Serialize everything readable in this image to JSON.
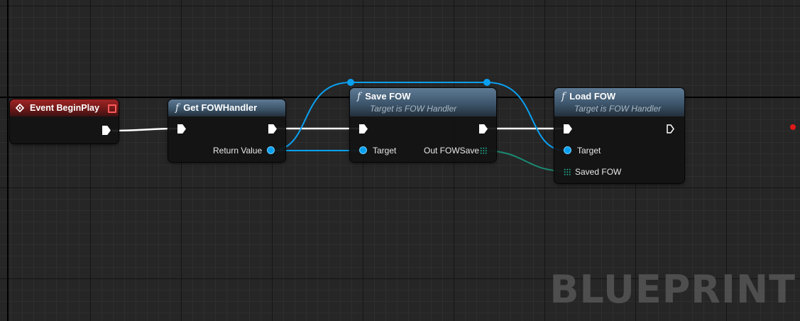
{
  "graph": {
    "watermark": "BLUEPRINT"
  },
  "nodes": {
    "event_begin_play": {
      "title": "Event BeginPlay",
      "header_color": "#a02424"
    },
    "get_fow_handler": {
      "title": "Get FOWHandler",
      "glyph": "f",
      "outputs": [
        "Return Value"
      ]
    },
    "save_fow": {
      "title": "Save FOW",
      "glyph": "f",
      "subtitle": "Target is FOW Handler",
      "inputs": [
        "Target"
      ],
      "outputs": [
        "Out FOWSave"
      ]
    },
    "load_fow": {
      "title": "Load FOW",
      "glyph": "f",
      "subtitle": "Target is FOW Handler",
      "inputs": [
        "Target",
        "Saved FOW"
      ]
    }
  },
  "colors": {
    "exec_wire": "#ffffff",
    "object_wire": "#0aa0f0",
    "struct_wire": "#1b8a72",
    "function_header": "#3d566c",
    "background": "#262626"
  },
  "icons": {
    "event": "event-diamond-icon",
    "function": "function-f-icon",
    "delegate": "stop-square-icon"
  }
}
